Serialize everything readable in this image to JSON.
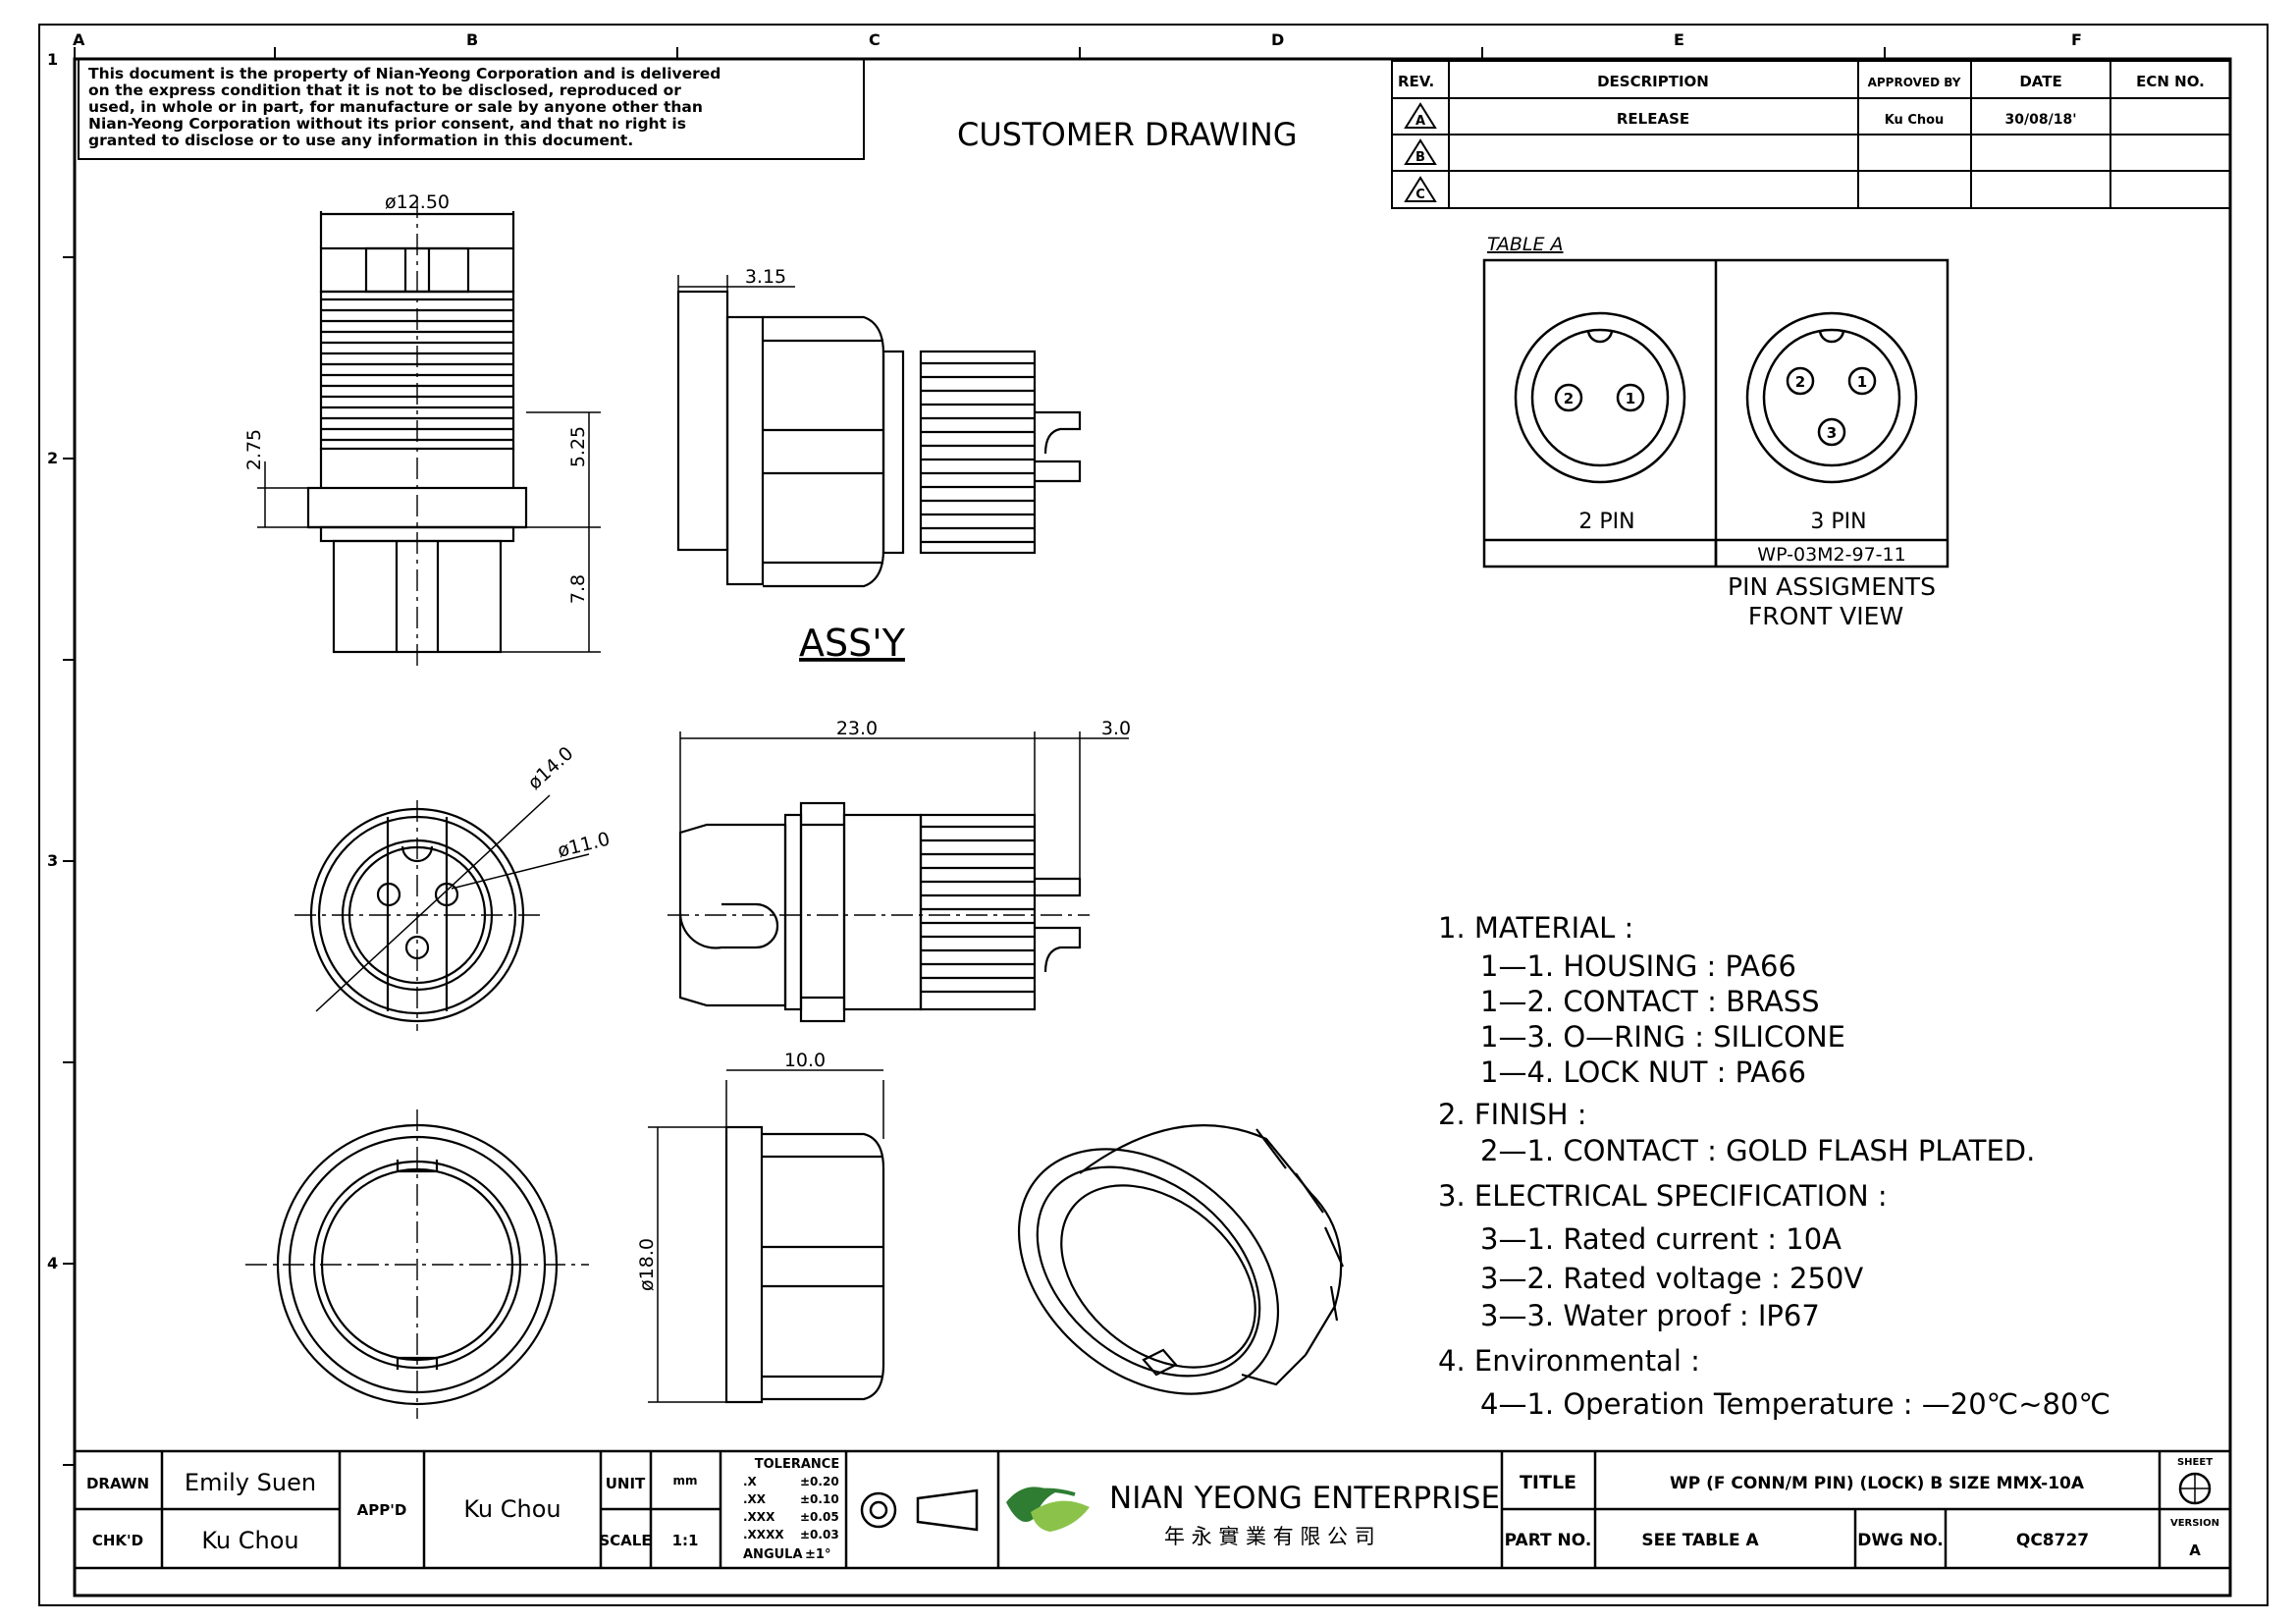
{
  "drawing_title": "CUSTOMER DRAWING",
  "zone_letters": [
    "A",
    "B",
    "C",
    "D",
    "E",
    "F"
  ],
  "zone_numbers": [
    "1",
    "2",
    "3",
    "4"
  ],
  "notice_lines": [
    "This document is the property of Nian-Yeong Corporation and is delivered",
    "on  the  express condition that it is not to be disclosed, reproduced or",
    "used, in whole or in part, for manufacture or sale by anyone other than",
    "Nian-Yeong Corporation without  its prior consent, and that  no right  is",
    "granted to disclose or to use any information in this  document."
  ],
  "revision_table": {
    "headers": [
      "REV.",
      "DESCRIPTION",
      "APPROVED BY",
      "DATE",
      "ECN NO."
    ],
    "rows": [
      {
        "rev": "A",
        "description": "RELEASE",
        "approved_by": "Ku Chou",
        "date": "30/08/18'",
        "ecn": ""
      },
      {
        "rev": "B",
        "description": "",
        "approved_by": "",
        "date": "",
        "ecn": ""
      },
      {
        "rev": "C",
        "description": "",
        "approved_by": "",
        "date": "",
        "ecn": ""
      }
    ]
  },
  "table_a": {
    "title": "TABLE A",
    "two_pin_label": "2 PIN",
    "three_pin_label": "3 PIN",
    "part_number": "WP-03M2-97-11",
    "pins_2": [
      "2",
      "1"
    ],
    "pins_3": [
      "2",
      "1",
      "3"
    ],
    "caption_line1": "PIN ASSIGMENTS",
    "caption_line2": "FRONT VIEW"
  },
  "dimensions": {
    "d1": "ø12.50",
    "d2": "3.15",
    "d3": "2.75",
    "d4": "5.25",
    "d5": "7.8",
    "d6": "23.0",
    "d7": "3.0",
    "d8": "ø14.0",
    "d9": "ø11.0",
    "d10": "10.0",
    "d11": "ø18.0"
  },
  "assy_label": "ASS'Y",
  "notes": [
    "1.  MATERIAL  :",
    "1—1.  HOUSING  :  PA66",
    "1—2.  CONTACT  :  BRASS",
    "1—3.  O—RING  :  SILICONE",
    "1—4.  LOCK  NUT  :  PA66",
    "2.  FINISH  :",
    "2—1.  CONTACT  :  GOLD  FLASH  PLATED.",
    "3.  ELECTRICAL  SPECIFICATION  :",
    "3—1.  Rated  current  :  10A",
    "3—2.  Rated  voltage  :  250V",
    "3—3.  Water  proof  :  IP67",
    "4.  Environmental  :",
    "4—1.  Operation  Temperature  :  —20℃~80℃"
  ],
  "title_block": {
    "drawn_label": "DRAWN",
    "drawn_value": "Emily Suen",
    "chkd_label": "CHK'D",
    "chkd_value": "Ku Chou",
    "appd_label": "APP'D",
    "appd_value": "Ku Chou",
    "unit_label": "UNIT",
    "unit_value": "mm",
    "scale_label": "SCALE",
    "scale_value": "1:1",
    "tolerance_title": "TOLERANCE",
    "tolerances": [
      {
        "k": ".X",
        "v": "±0.20"
      },
      {
        "k": ".XX",
        "v": "±0.10"
      },
      {
        "k": ".XXX",
        "v": "±0.05"
      },
      {
        "k": ".XXXX",
        "v": "±0.03"
      },
      {
        "k": "ANGULA",
        "v": "±1°"
      }
    ],
    "company_name": "NIAN YEONG ENTERPRISE",
    "company_chinese": "年 永 實 業 有 限 公 司",
    "title_label": "TITLE",
    "title_value": "WP (F CONN/M PIN) (LOCK) B SIZE MMX-10A",
    "part_no_label": "PART NO.",
    "part_no_value": "SEE TABLE A",
    "dwg_no_label": "DWG NO.",
    "dwg_no_value": "QC8727",
    "sheet_label": "SHEET",
    "version_label": "VERSION",
    "version_value": "A"
  },
  "colors": {
    "ink": "#000000",
    "logo_green": "#2e7d32",
    "logo_light": "#8bc34a"
  }
}
